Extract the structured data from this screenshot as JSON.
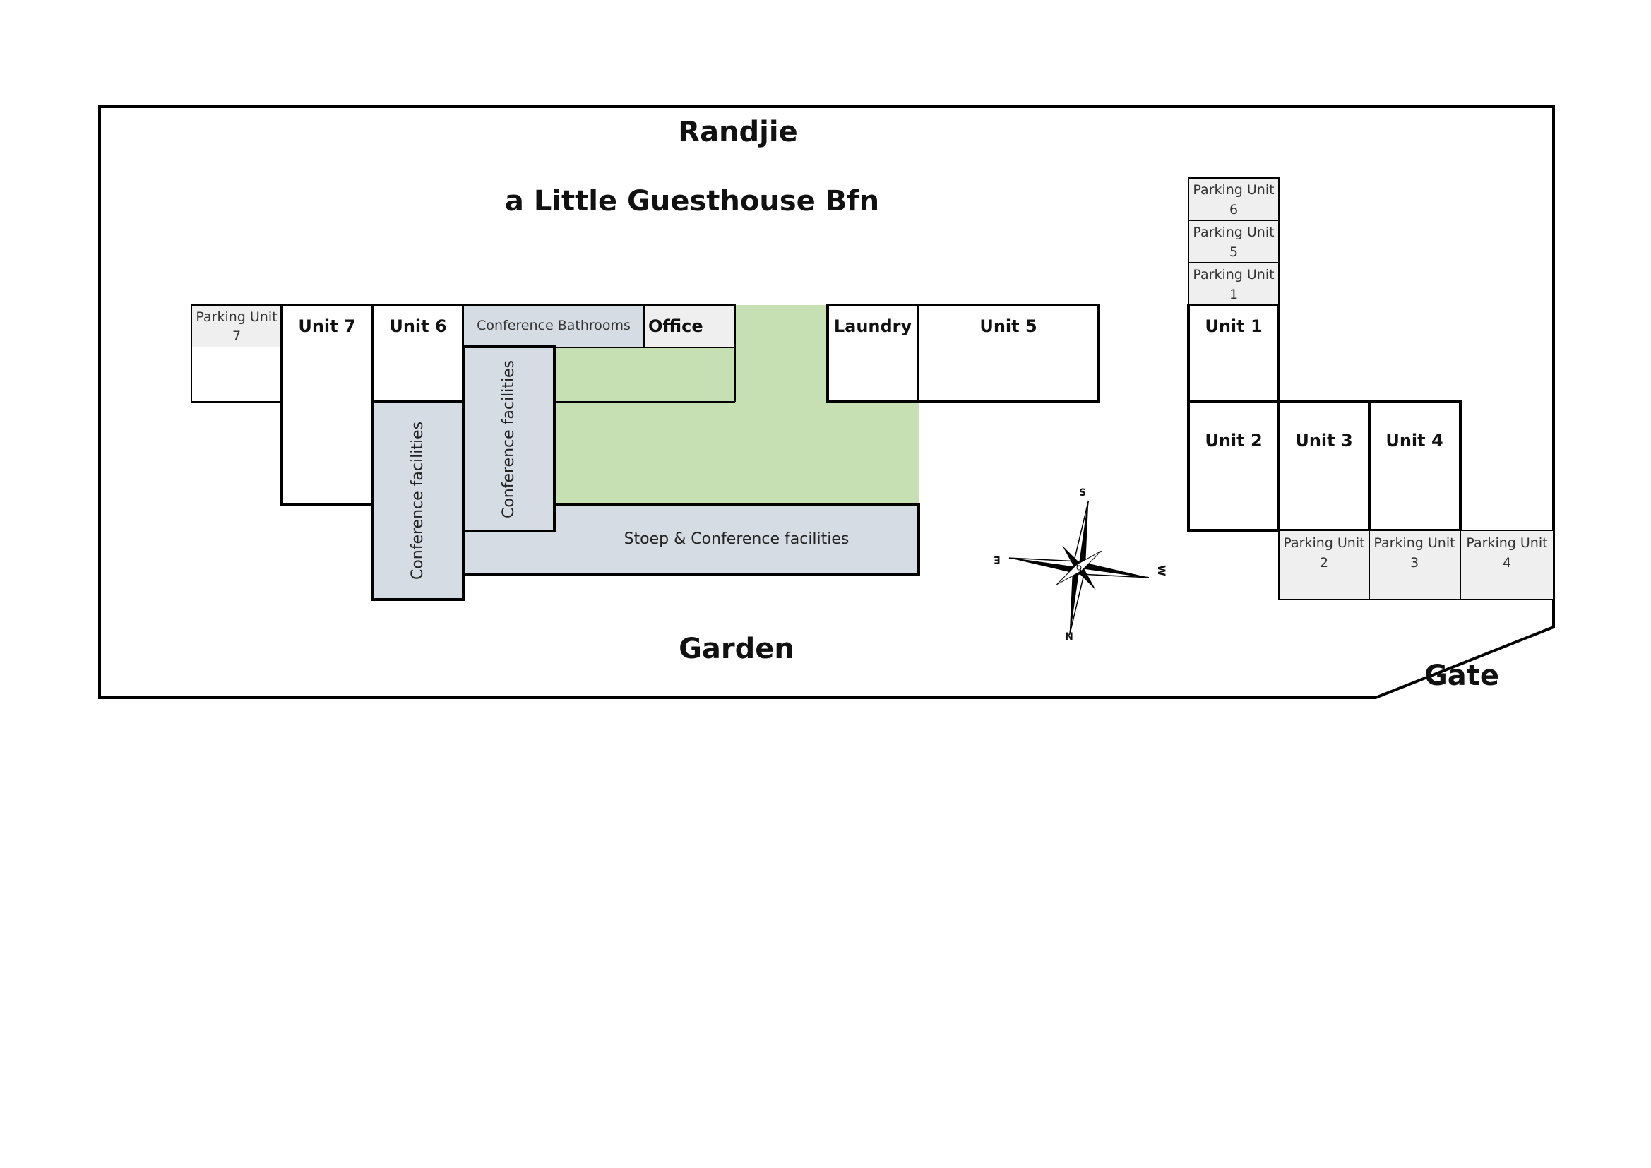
{
  "title": "Randjie",
  "subtitle": "a Little Guesthouse Bfn",
  "garden_label": "Garden",
  "gate_label": "Gate",
  "colors": {
    "garden_green": "#c6e0b4",
    "conference_gray": "#d6dce4",
    "parking_gray": "#efefef",
    "outline": "#000000"
  },
  "units": {
    "unit1": "Unit 1",
    "unit2": "Unit 2",
    "unit3": "Unit 3",
    "unit4": "Unit 4",
    "unit5": "Unit 5",
    "unit6": "Unit 6",
    "unit7": "Unit 7"
  },
  "facilities": {
    "laundry": "Laundry",
    "office": "Office",
    "conference_bathrooms": "Conference Bathrooms",
    "conference_facilities_a": "Conference facilities",
    "conference_facilities_b": "Conference facilities",
    "stoep": "Stoep & Conference facilities"
  },
  "parking": {
    "p7": {
      "label": "Parking Unit",
      "num": "7"
    },
    "p6": {
      "label": "Parking Unit",
      "num": "6"
    },
    "p5": {
      "label": "Parking Unit",
      "num": "5"
    },
    "p1": {
      "label": "Parking Unit",
      "num": "1"
    },
    "p2": {
      "label": "Parking Unit",
      "num": "2"
    },
    "p3": {
      "label": "Parking Unit",
      "num": "3"
    },
    "p4": {
      "label": "Parking Unit",
      "num": "4"
    }
  },
  "compass": {
    "n": "N",
    "s": "S",
    "e": "E",
    "w": "W",
    "icon": "compass-rose-icon"
  }
}
